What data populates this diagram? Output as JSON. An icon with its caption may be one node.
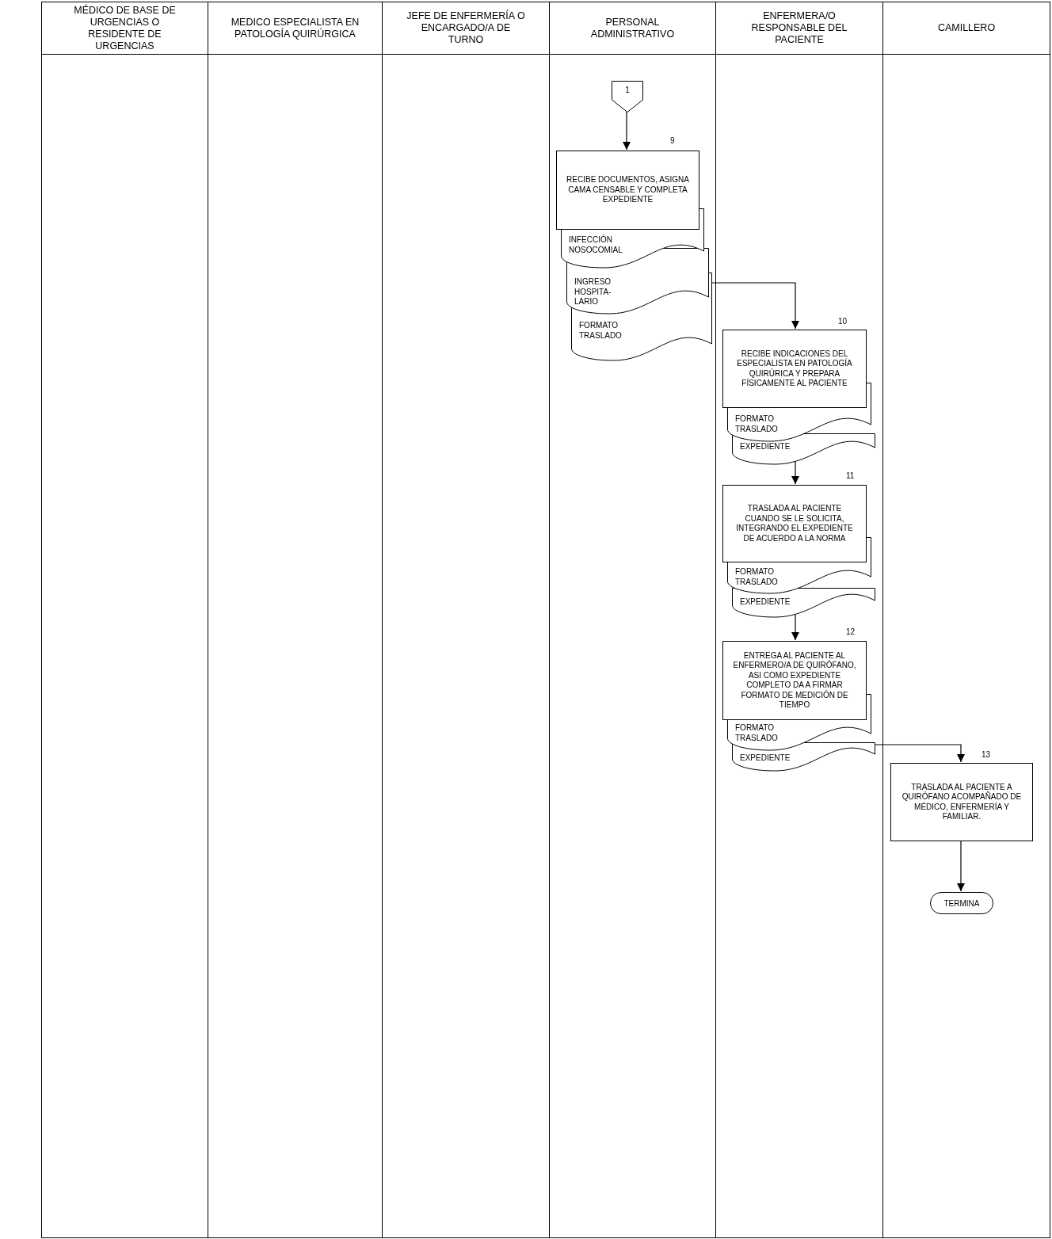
{
  "diagram": {
    "nodes": [
      {
        "text": [
          "MÉDICO DE BASE DE URGENCIAS O RESIDENTE DE URGENCIAS"
        ]
      },
      {
        "text": [
          "MEDICO ESPECIALISTA EN PATOLOGÍA QUIRÚRGICA"
        ]
      },
      {
        "text": [
          "JEFE DE ENFERMERÍA O ENCARGADO/A DE TURNO"
        ]
      },
      {
        "text": [
          "PERSONAL ADMINISTRATIVO"
        ]
      },
      {
        "text": [
          "ENFERMERA/O RESPONSABLE DEL PACIENTE"
        ]
      },
      {
        "text": [
          "CAMILLERO"
        ]
      },
      {
        "text": [
          "1"
        ],
        "in": 3
      },
      {
        "text": [
          "RECIBE DOCUMENTOS, ASIGNA CAMA CENSABLE Y COMPLETA EXPEDIENTE"
        ],
        "beside": [
          "9"
        ],
        "in": 3
      },
      {
        "text": [
          "INFECCIÓN NOSOCOMIAL"
        ],
        "in": 3
      },
      {
        "text": [
          "INGRESO HOSPITA- LARIO"
        ],
        "in": 3
      },
      {
        "text": [
          "FORMATO TRASLADO"
        ],
        "in": 3
      },
      {
        "text": [
          "RECIBE INDICACIONES DEL ESPECIALISTA EN PATOLOGÍA QUIRÚRICA Y PREPARA FÍSICAMENTE AL PACIENTE"
        ],
        "beside": [
          "10"
        ],
        "in": 4
      },
      {
        "text": [
          "FORMATO TRASLADO"
        ],
        "in": 4
      },
      {
        "text": [
          "EXPEDIENTE"
        ],
        "in": 4
      },
      {
        "text": [
          "TRASLADA AL PACIENTE CUANDO SE LE SOLICITA, INTEGRANDO EL EXPEDIENTE DE ACUERDO A LA NORMA"
        ],
        "beside": [
          "11"
        ],
        "in": 4
      },
      {
        "text": [
          "FORMATO TRASLADO"
        ],
        "in": 4
      },
      {
        "text": [
          "EXPEDIENTE"
        ],
        "in": 4
      },
      {
        "text": [
          "ENTREGA AL PACIENTE AL ENFERMERO/A DE QUIRÓFANO, ASI COMO EXPEDIENTE COMPLETO DA A FIRMAR FORMATO DE MEDICIÓN DE TIEMPO"
        ],
        "beside": [
          "12"
        ],
        "in": 4
      },
      {
        "text": [
          "FORMATO TRASLADO"
        ],
        "in": 4
      },
      {
        "text": [
          "EXPEDIENTE"
        ],
        "in": 4
      },
      {
        "text": [
          "TRASLADA AL PACIENTE A QUIRÓFANO ACOMPAÑADO DE MÉDICO, ENFERMERÍA Y FAMILIAR."
        ],
        "beside": [
          "13"
        ],
        "in": 5
      },
      {
        "text": [
          "TERMINA"
        ],
        "in": 5
      }
    ],
    "edges": [
      {
        "from": 6,
        "to": 7,
        "arrow": "to"
      },
      {
        "from": 10,
        "to": 11,
        "arrow": "to"
      },
      {
        "from": 13,
        "to": 14,
        "arrow": "to"
      },
      {
        "from": 16,
        "to": 17,
        "arrow": "to"
      },
      {
        "from": 19,
        "to": 20,
        "arrow": "to"
      },
      {
        "from": 20,
        "to": 21,
        "arrow": "to"
      }
    ]
  }
}
